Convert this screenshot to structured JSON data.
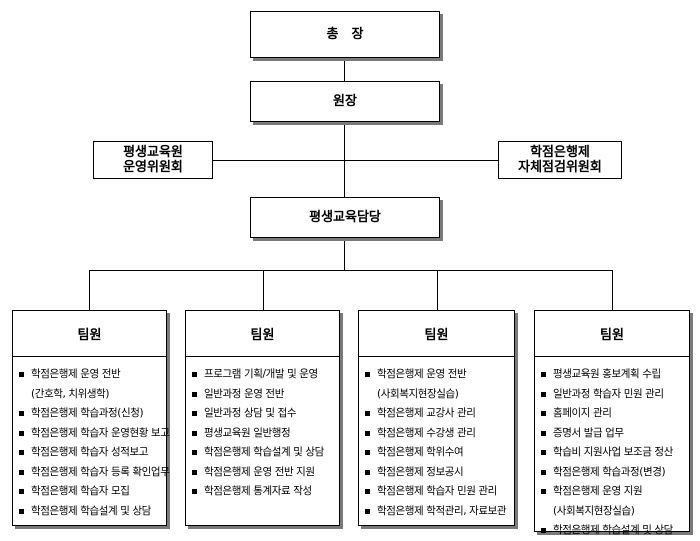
{
  "top": {
    "president": "총　장",
    "director": "원장"
  },
  "committees": {
    "left": [
      "평생교육원",
      "운영위원회"
    ],
    "right": [
      "학점은행제",
      "자체점검위원회"
    ]
  },
  "manager": "평생교육담당",
  "teams": [
    {
      "title": "팀원",
      "items": [
        {
          "text": "학점은행제 운영 전반",
          "sub": "(간호학, 치위생학)"
        },
        {
          "text": "학점은행제 학습과정(신청)"
        },
        {
          "text": "학점은행제 학습자 운영현황 보고"
        },
        {
          "text": "학점은행제 학습자 성적보고"
        },
        {
          "text": "학점은행제 학습자 등록 확인업무"
        },
        {
          "text": "학점은행제 학습자 모집"
        },
        {
          "text": "학점은행제 학습설계 및 상담"
        }
      ]
    },
    {
      "title": "팀원",
      "items": [
        {
          "text": "프로그램 기획/개발 및 운영"
        },
        {
          "text": "일반과정 운영 전반"
        },
        {
          "text": "일반과정 상담 및 접수"
        },
        {
          "text": "평생교육원 일반행정"
        },
        {
          "text": "학점은행제 학습설계 및 상담"
        },
        {
          "text": "학점은행제 운영 전반 지원"
        },
        {
          "text": "학점은행제 통계자료 작성"
        }
      ]
    },
    {
      "title": "팀원",
      "items": [
        {
          "text": "학점은행제 운영 전반",
          "sub": "(사회복지현장실습)"
        },
        {
          "text": "학점은행제 교강사 관리"
        },
        {
          "text": "학점은행제 수강생 관리"
        },
        {
          "text": "학점은행제 학위수여"
        },
        {
          "text": "학점은행제 정보공시"
        },
        {
          "text": "학점은행제 학습자 민원 관리"
        },
        {
          "text": "학점은행제 학적관리, 자료보관"
        }
      ]
    },
    {
      "title": "팀원",
      "items": [
        {
          "text": "평생교육원 홍보계획 수립"
        },
        {
          "text": "일반과정 학습자 민원 관리"
        },
        {
          "text": "홈페이지 관리"
        },
        {
          "text": "증명서 발급 업무"
        },
        {
          "text": "학습비 지원사업 보조금 정산"
        },
        {
          "text": "학점은행제 학습과정(변경)"
        },
        {
          "text": "학점은행제 운영 지원",
          "sub": "(사회복지현장실습)"
        },
        {
          "text": "학점은행제 학습설계 및 상담"
        }
      ]
    }
  ]
}
